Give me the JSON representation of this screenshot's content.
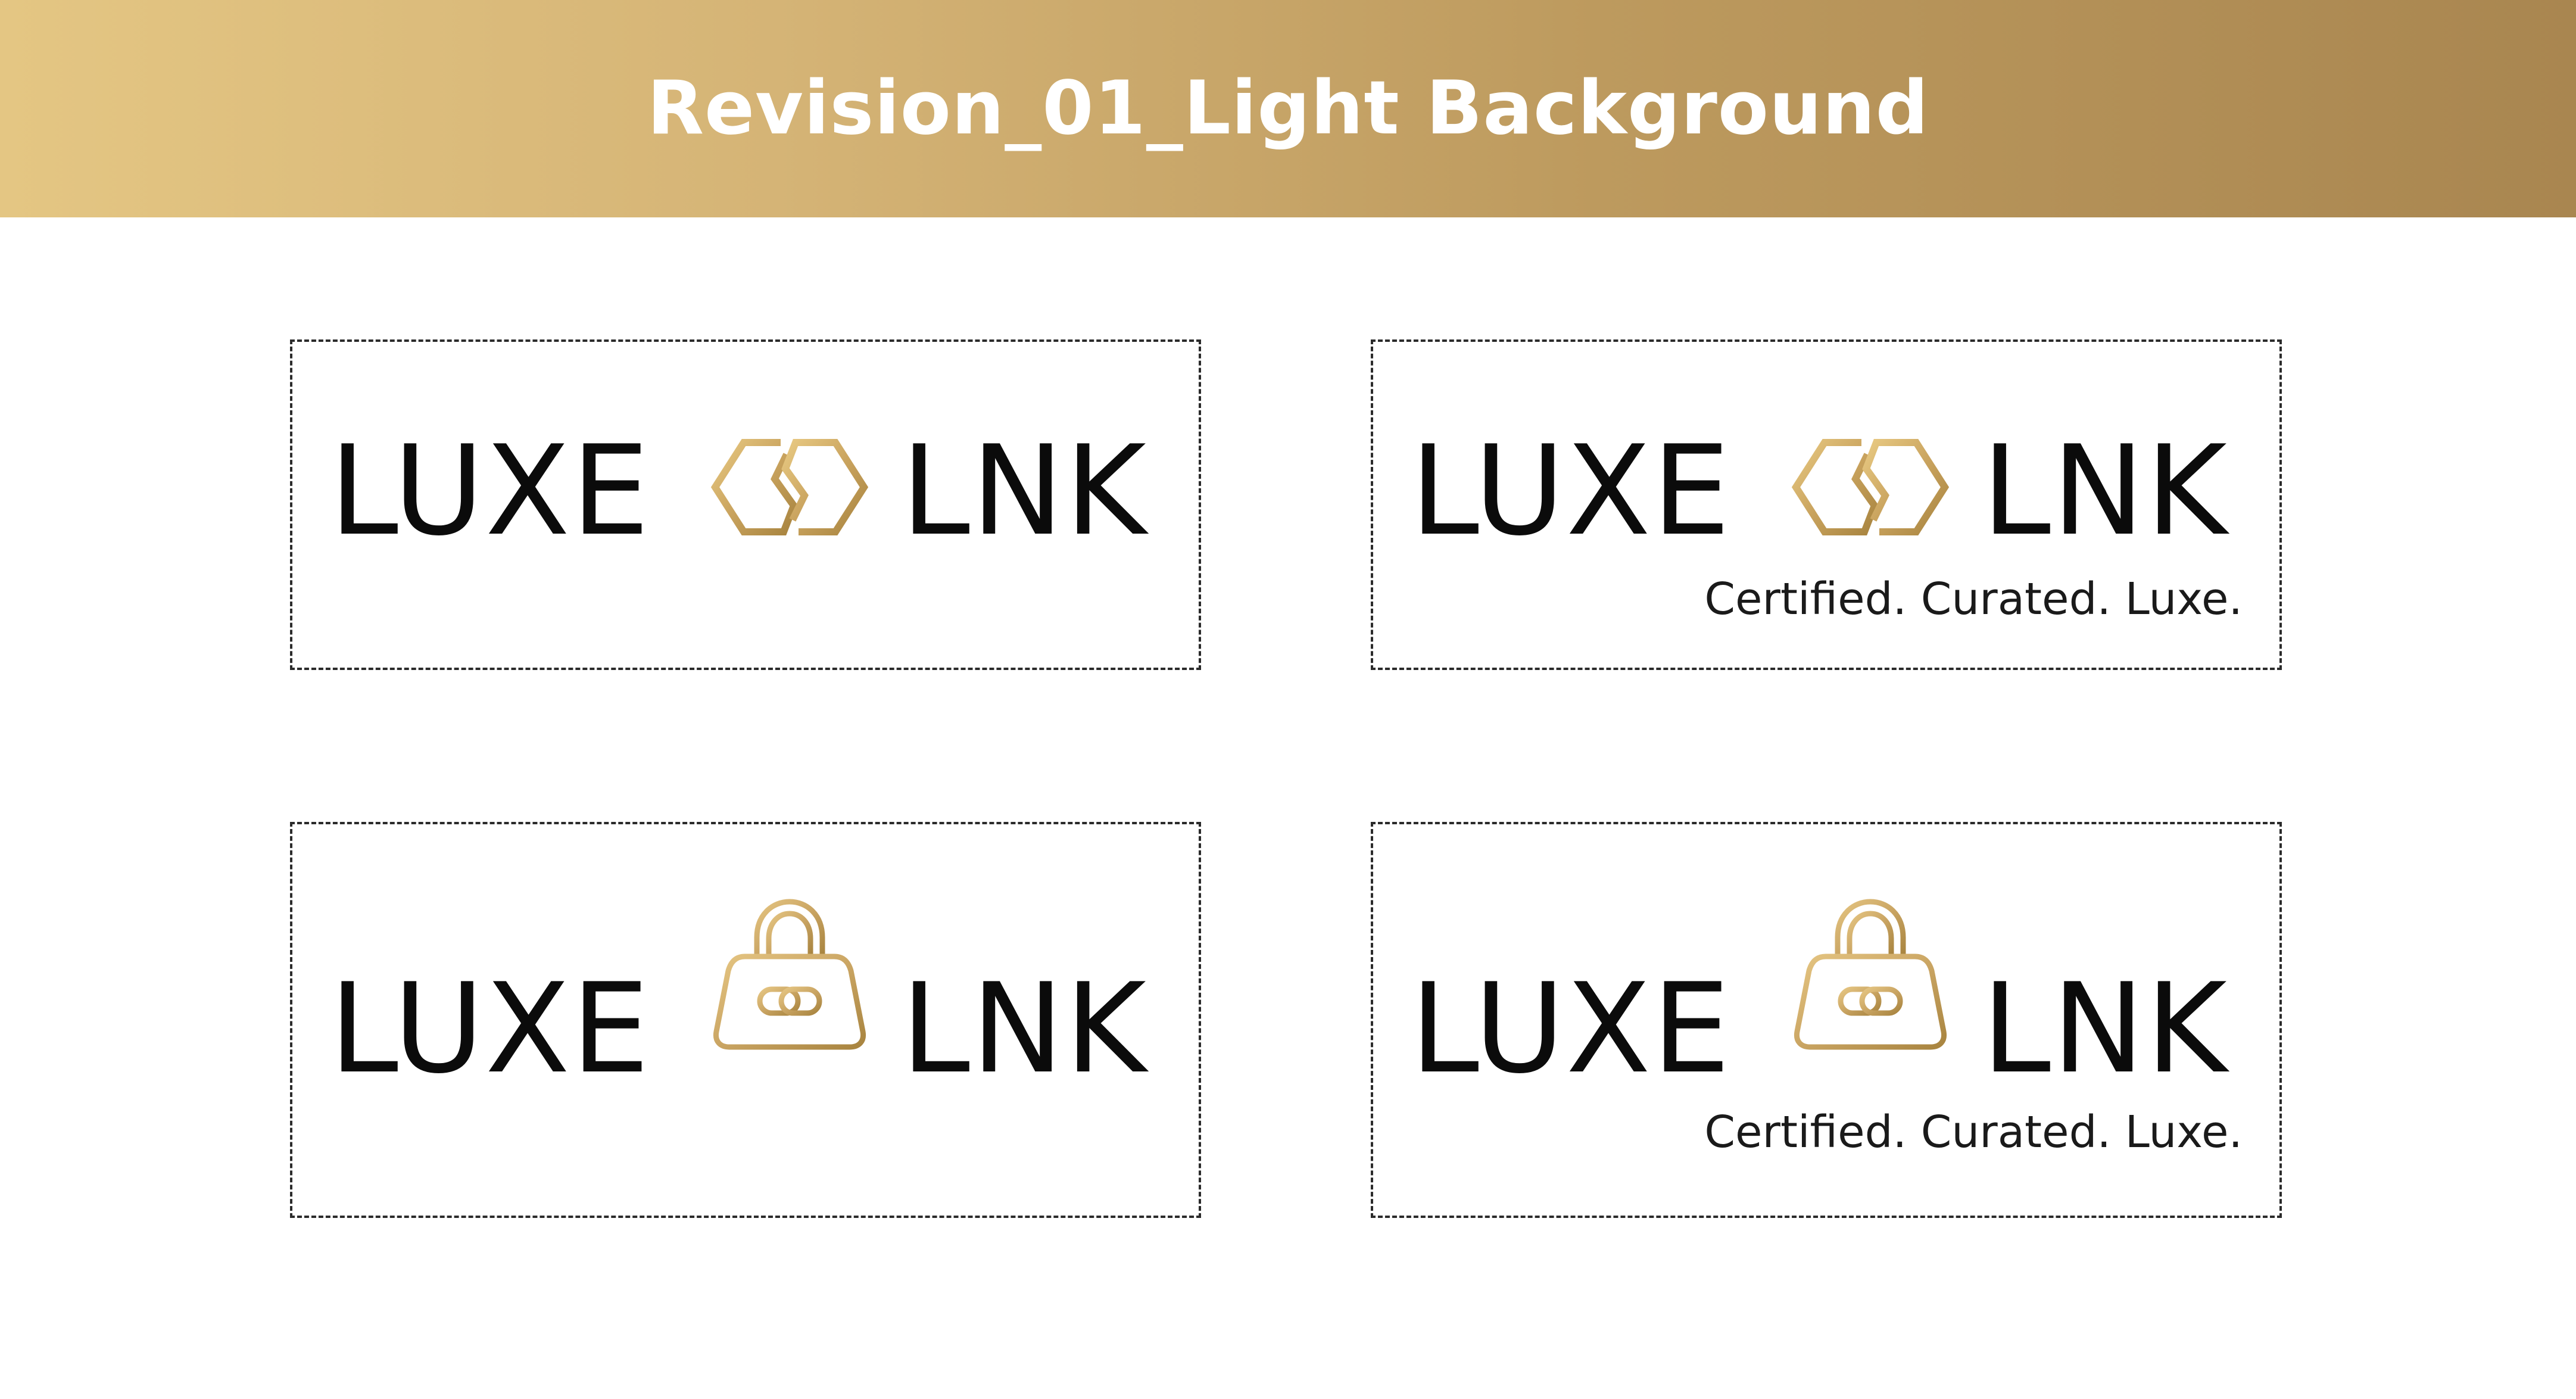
{
  "header": {
    "title": "Revision_01_Light Background",
    "gradient_colors": [
      "#e4c683",
      "#d5b476",
      "#bd9a5e",
      "#a98650"
    ]
  },
  "logos": [
    {
      "word_left": "LUXE",
      "word_right": "LNK",
      "emblem": "hexagon-link-icon",
      "tagline": ""
    },
    {
      "word_left": "LUXE",
      "word_right": "LNK",
      "emblem": "hexagon-link-icon",
      "tagline": "Certified. Curated. Luxe."
    },
    {
      "word_left": "LUXE",
      "word_right": "LNK",
      "emblem": "handbag-link-icon",
      "tagline": ""
    },
    {
      "word_left": "LUXE",
      "word_right": "LNK",
      "emblem": "handbag-link-icon",
      "tagline": "Certified. Curated. Luxe."
    }
  ],
  "colors": {
    "wordmark": "#0b0b0b",
    "gold_light": "#e2c27f",
    "gold_dark": "#a8843f",
    "panel_border": "#2b2b2b"
  }
}
